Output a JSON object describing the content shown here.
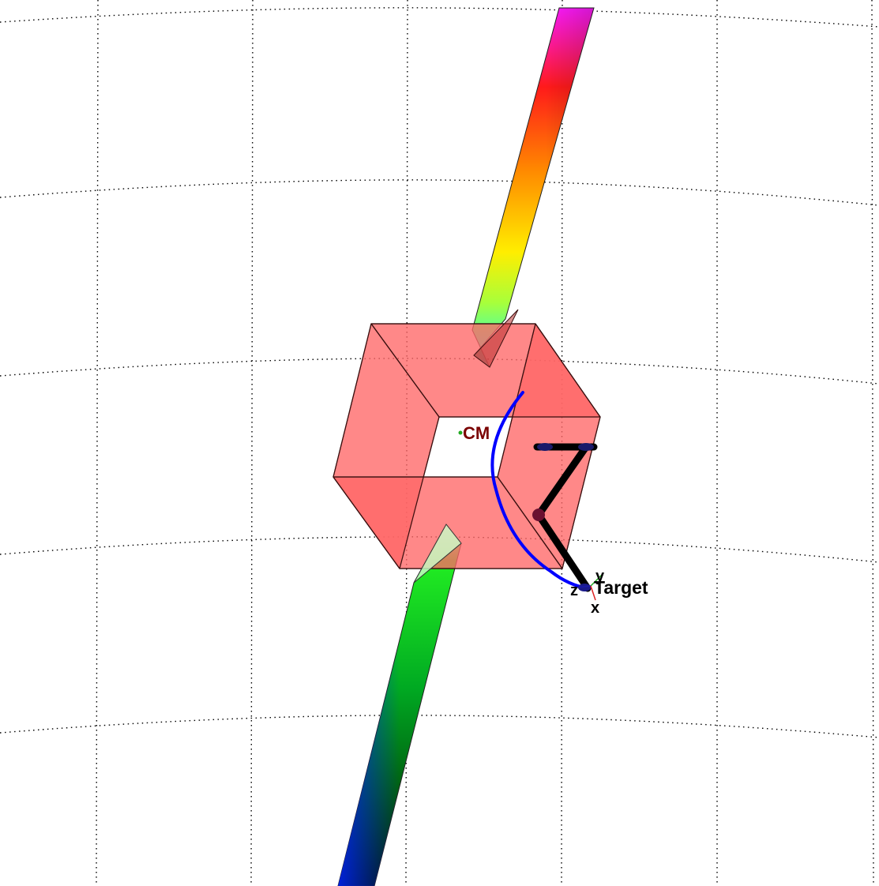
{
  "scene": {
    "background": "#ffffff",
    "grid": true,
    "body_color": "#ff6666",
    "trajectory_color": "#0000ff",
    "arm_color": "#000000",
    "joint_color": "#6a1030"
  },
  "labels": {
    "cm": "CM",
    "target": "Target",
    "axis_y": "y",
    "axis_z": "z",
    "axis_x": "x"
  }
}
